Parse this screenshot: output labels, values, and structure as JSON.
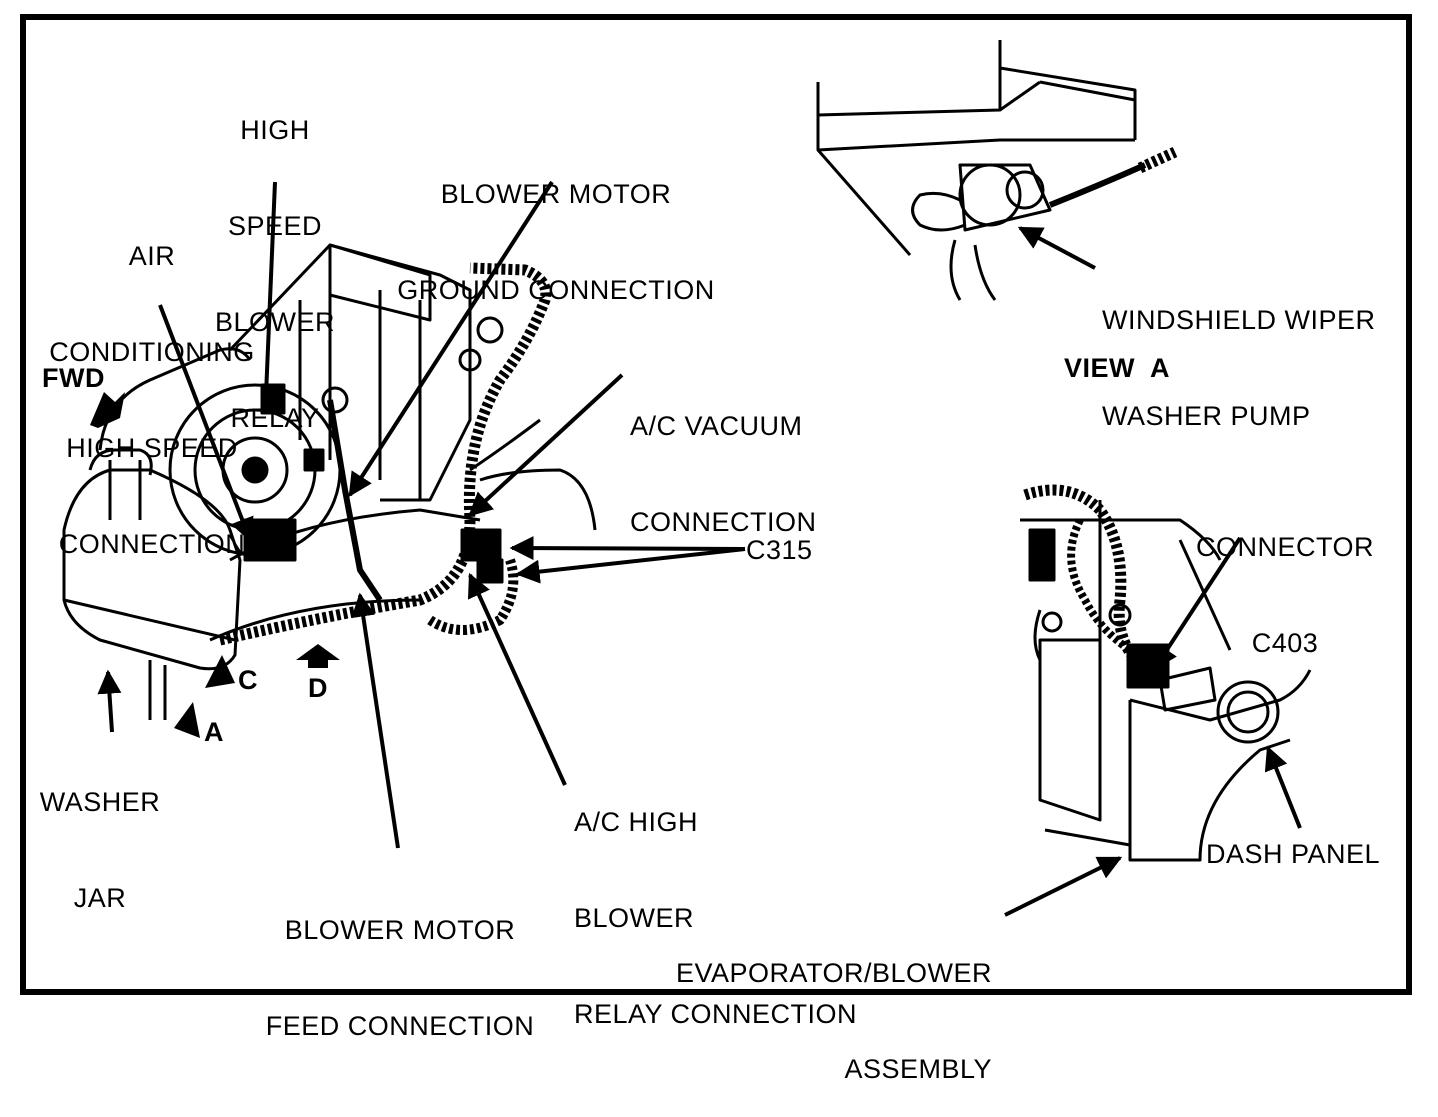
{
  "labels": {
    "high_speed_blower_relay": [
      "HIGH",
      "SPEED",
      "BLOWER",
      "RELAY"
    ],
    "air_conditioning": [
      "AIR",
      "CONDITIONING",
      "HIGH SPEED",
      "CONNECTION"
    ],
    "blower_motor_ground": [
      "BLOWER MOTOR",
      "GROUND CONNECTION"
    ],
    "fwd": "FWD",
    "windshield_wiper": [
      "WINDSHIELD WIPER",
      "WASHER PUMP"
    ],
    "view_a": "VIEW  A",
    "ac_vacuum": [
      "A/C VACUUM",
      "CONNECTION"
    ],
    "connector_c403": [
      "CONNECTOR",
      "C403"
    ],
    "c315": "C315",
    "view_c": "C",
    "view_d": "D",
    "view_a_marker": "A",
    "washer_jar": [
      "WASHER",
      "JAR"
    ],
    "ac_high_blower": [
      "A/C HIGH",
      "BLOWER",
      "RELAY CONNECTION"
    ],
    "blower_motor_feed": [
      "BLOWER MOTOR",
      "FEED CONNECTION"
    ],
    "dash_panel": "DASH PANEL",
    "evaporator": [
      "EVAPORATOR/BLOWER",
      "ASSEMBLY"
    ]
  }
}
